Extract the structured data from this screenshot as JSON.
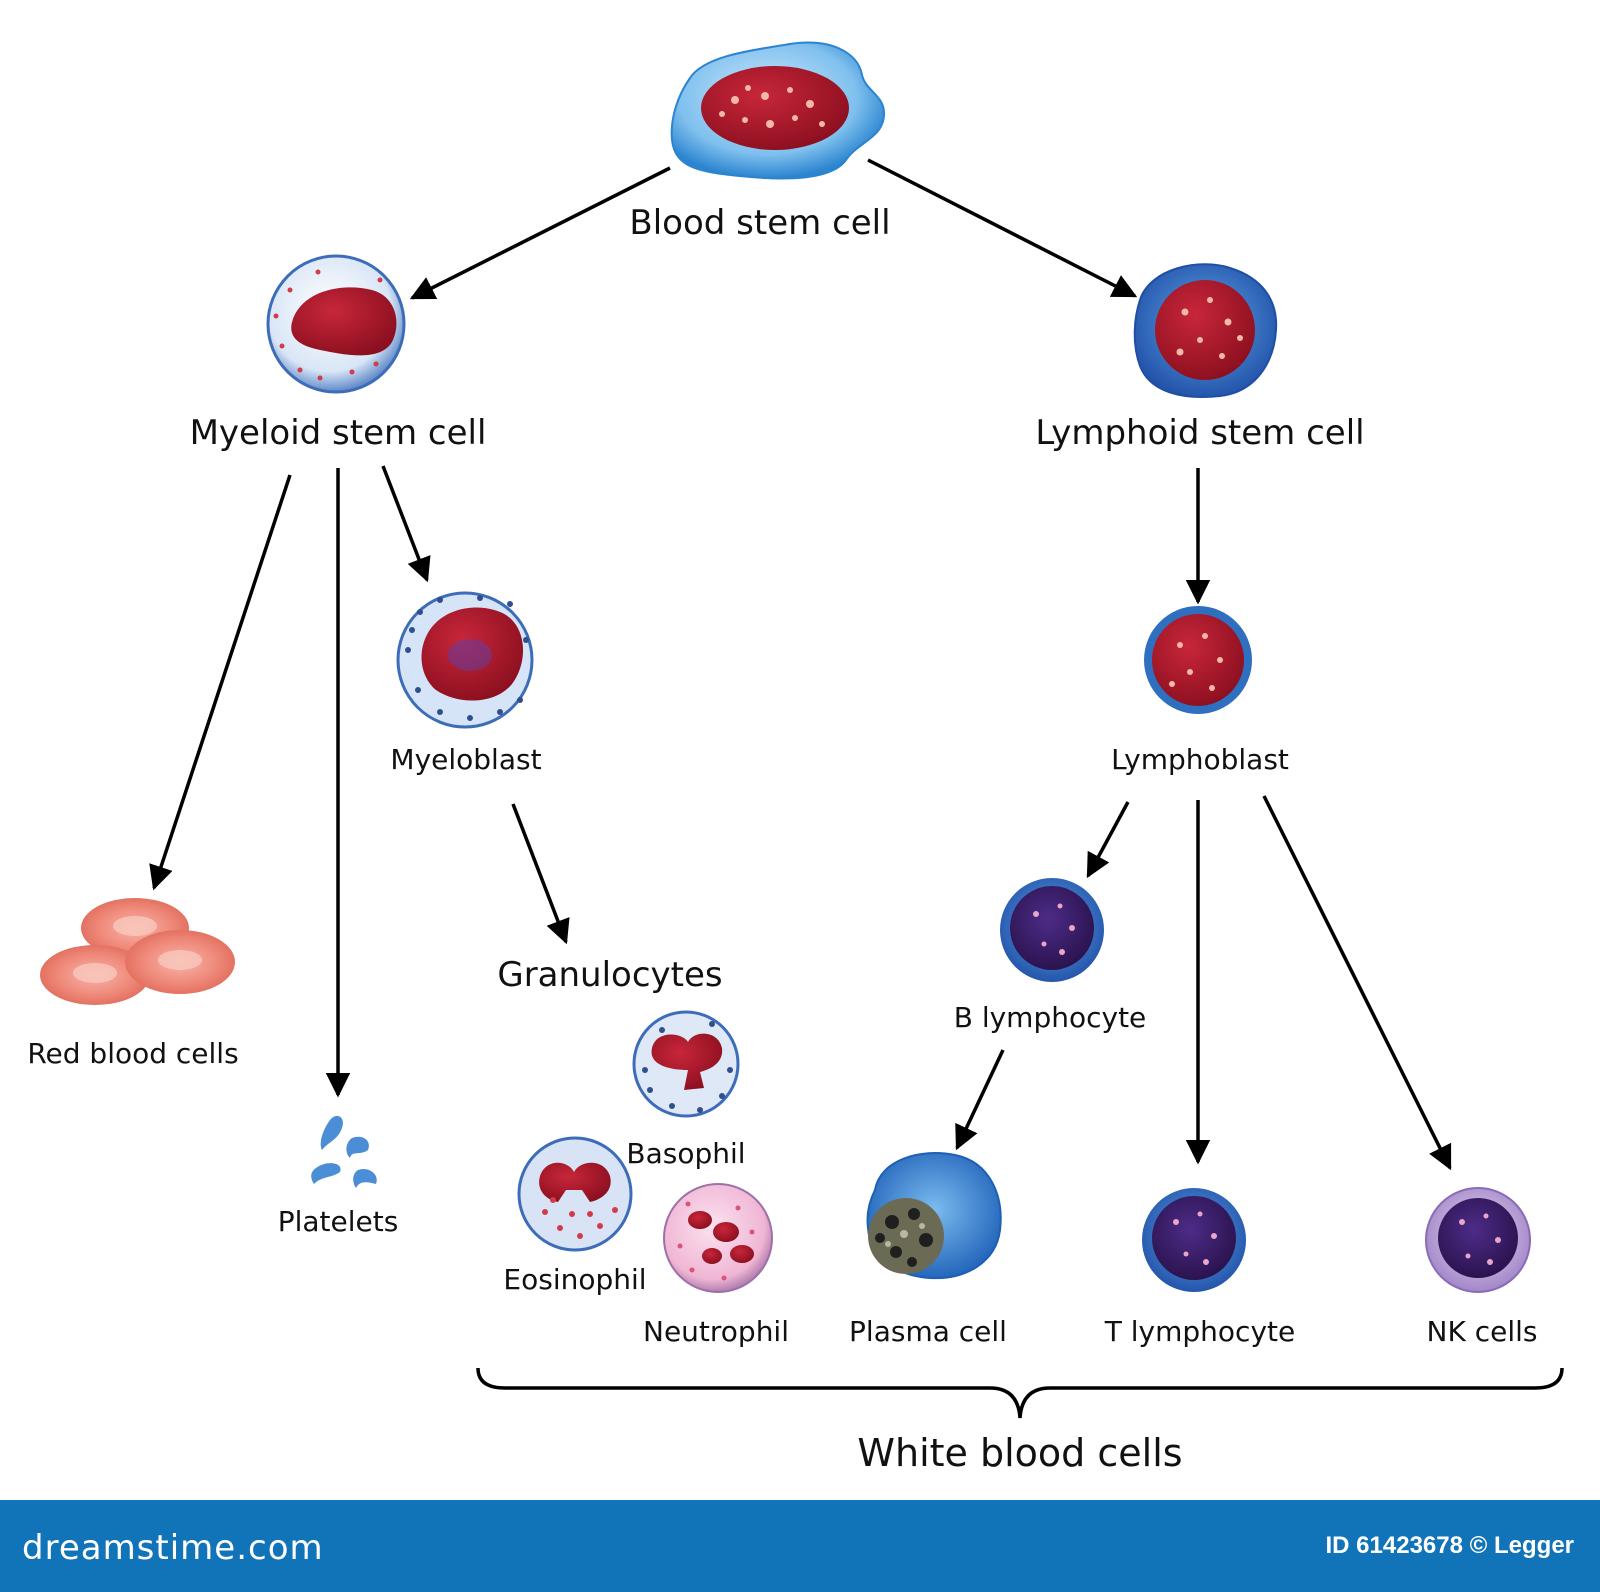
{
  "diagram": {
    "nodes": {
      "blood_stem_cell": "Blood stem cell",
      "myeloid_stem_cell": "Myeloid stem cell",
      "lymphoid_stem_cell": "Lymphoid stem cell",
      "myeloblast": "Myeloblast",
      "lymphoblast": "Lymphoblast",
      "red_blood_cells": "Red blood cells",
      "platelets": "Platelets",
      "granulocytes": "Granulocytes",
      "basophil": "Basophil",
      "eosinophil": "Eosinophil",
      "neutrophil": "Neutrophil",
      "b_lymphocyte": "B lymphocyte",
      "plasma_cell": "Plasma cell",
      "t_lymphocyte": "T lymphocyte",
      "nk_cells": "NK cells"
    },
    "group_label": "White blood cells",
    "edges": [
      [
        "Blood stem cell",
        "Myeloid stem cell"
      ],
      [
        "Blood stem cell",
        "Lymphoid stem cell"
      ],
      [
        "Myeloid stem cell",
        "Red blood cells"
      ],
      [
        "Myeloid stem cell",
        "Platelets"
      ],
      [
        "Myeloid stem cell",
        "Myeloblast"
      ],
      [
        "Myeloblast",
        "Granulocytes"
      ],
      [
        "Lymphoid stem cell",
        "Lymphoblast"
      ],
      [
        "Lymphoblast",
        "B lymphocyte"
      ],
      [
        "Lymphoblast",
        "T lymphocyte"
      ],
      [
        "Lymphoblast",
        "NK cells"
      ],
      [
        "B lymphocyte",
        "Plasma cell"
      ]
    ]
  },
  "footer": {
    "logo_text": "dreamstime.com",
    "image_id": "ID 61423678 © Legger"
  },
  "colors": {
    "footer_bg": "#1173b8",
    "nucleus_red": "#b0162a",
    "cytoplasm_blue": "#3f9ad8",
    "lymphocyte_nucleus": "#3a1c6e",
    "rbc_pink": "#ee7668"
  }
}
